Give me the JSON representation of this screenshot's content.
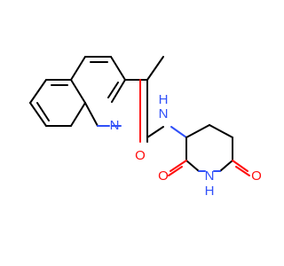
{
  "molecule": {
    "atom_labels": {
      "quinoline_n": "N",
      "amide_o": "O",
      "amide_nh": "H\nN",
      "ring_nh": "N\nH",
      "ring_o_left": "O",
      "ring_o_right": "O"
    },
    "colors": {
      "carbon_bond": "#000000",
      "oxygen": "#ff0d0d",
      "nitrogen": "#3050f8",
      "background": "#ffffff"
    }
  }
}
